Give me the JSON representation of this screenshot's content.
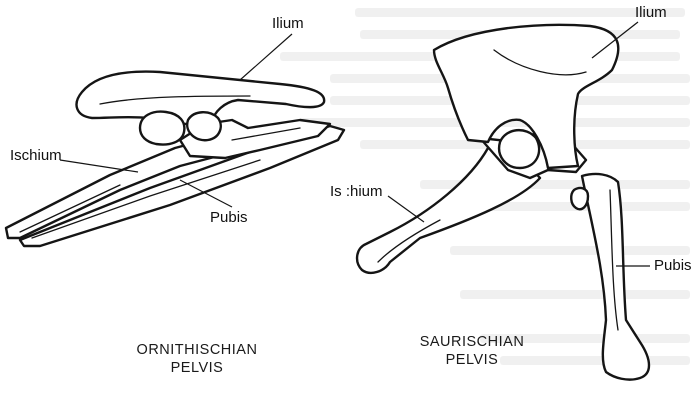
{
  "left_figure": {
    "labels": {
      "ilium": "Ilium",
      "ischium": "Ischium",
      "pubis": "Pubis"
    },
    "caption": [
      "ORNITHISCHIAN",
      "PELVIS"
    ]
  },
  "right_figure": {
    "labels": {
      "ilium": "Ilium",
      "ischium": "Is :hium",
      "pubis": "Pubis"
    },
    "caption": [
      "SAURISCHIAN",
      "PELVIS"
    ]
  }
}
